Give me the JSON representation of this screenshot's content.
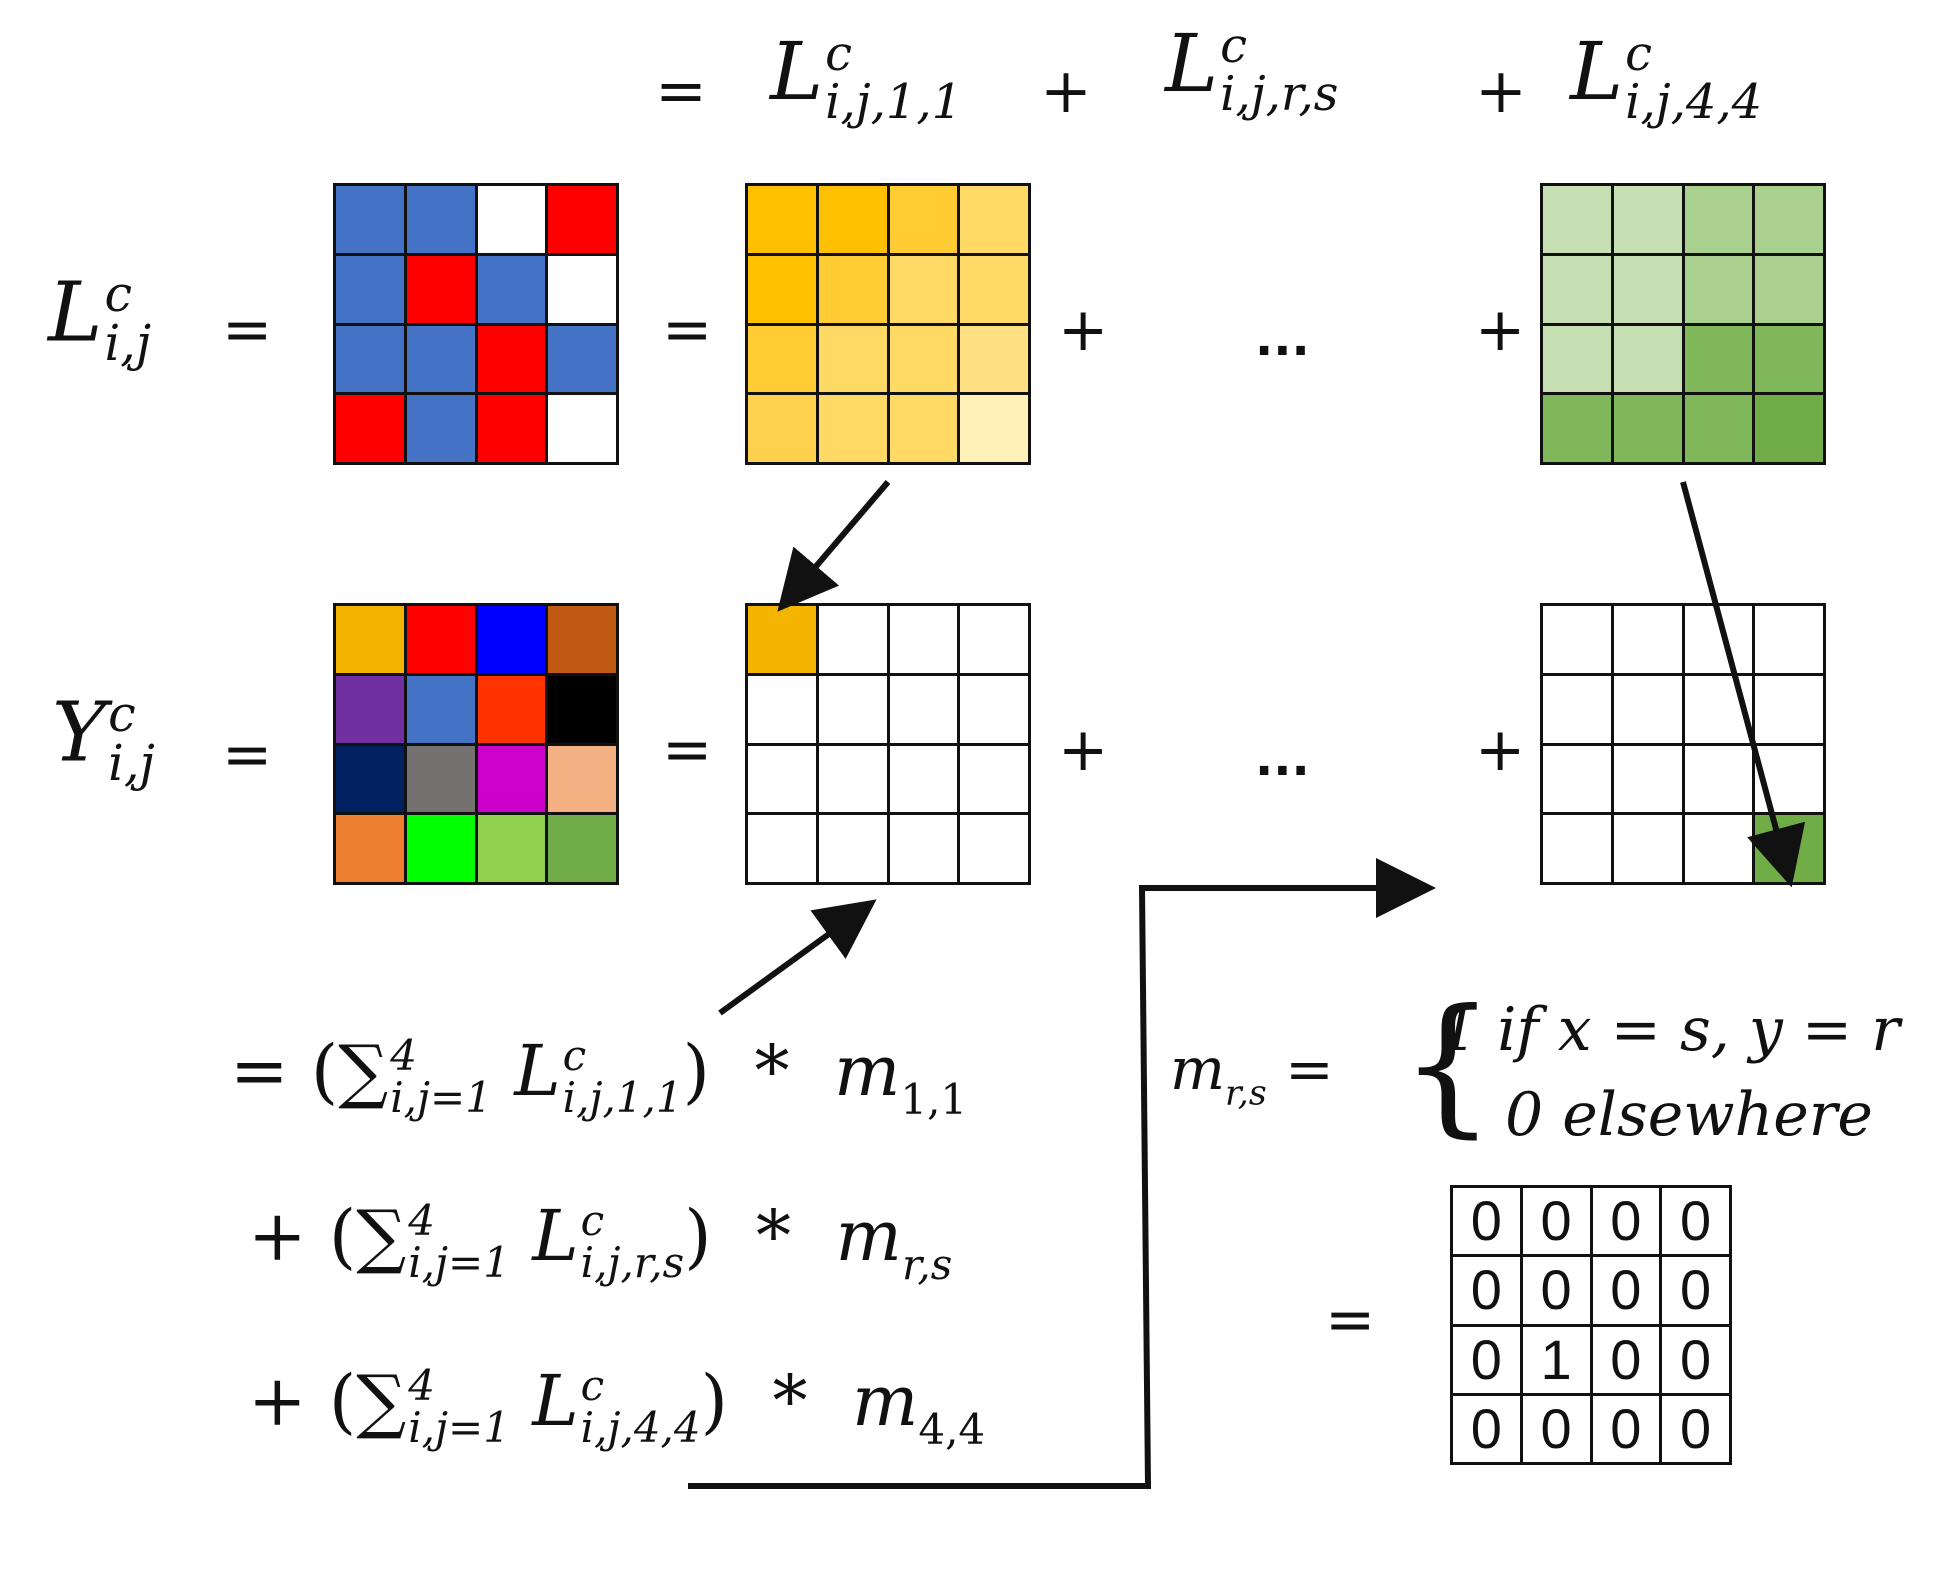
{
  "colors": {
    "L_grid": [
      [
        "#4472C4",
        "#4472C4",
        "#FFFFFF",
        "#FF0000"
      ],
      [
        "#4472C4",
        "#FF0000",
        "#4472C4",
        "#FFFFFF"
      ],
      [
        "#4472C4",
        "#4472C4",
        "#FF0000",
        "#4472C4"
      ],
      [
        "#FF0000",
        "#4472C4",
        "#FF0000",
        "#FFFFFF"
      ]
    ],
    "L11_grid": [
      [
        "#FFC000",
        "#FFC000",
        "#FFCC33",
        "#FFD966"
      ],
      [
        "#FFC000",
        "#FFCC33",
        "#FFD966",
        "#FFD966"
      ],
      [
        "#FFCC33",
        "#FFD966",
        "#FFD966",
        "#FFE082"
      ],
      [
        "#FFD04D",
        "#FFD966",
        "#FFD966",
        "#FFF0B8"
      ]
    ],
    "L44_grid": [
      [
        "#C6E0B4",
        "#C6E0B4",
        "#A9D08E",
        "#A9D08E"
      ],
      [
        "#C6E0B4",
        "#C6E0B4",
        "#A9D08E",
        "#A9D08E"
      ],
      [
        "#C6E0B4",
        "#C6E0B4",
        "#7FB75A",
        "#7FB75A"
      ],
      [
        "#7FB75A",
        "#7FB75A",
        "#7FB75A",
        "#70AD47"
      ]
    ],
    "Y_grid": [
      [
        "#F4B400",
        "#FF0000",
        "#0000FF",
        "#C05A12"
      ],
      [
        "#7030A0",
        "#4472C4",
        "#FF3300",
        "#000000"
      ],
      [
        "#002060",
        "#767171",
        "#CC00CC",
        "#F4B183"
      ],
      [
        "#ED7D31",
        "#00FF00",
        "#92D050",
        "#70AD47"
      ]
    ],
    "Y11_highlight": "#F4B400",
    "Y44_highlight": "#70AD47"
  },
  "labels": {
    "eq": "=",
    "plus": "+",
    "dots": "...",
    "star": "*",
    "L": "L",
    "Y": "Y",
    "c": "c",
    "ij": "i,j",
    "ij11": "i,j,1,1",
    "ijrs": "i,j,r,s",
    "ij44": "i,j,4,4",
    "sum_lower": "i,j=1",
    "sum_upper": "4",
    "m": "m",
    "m11": "1,1",
    "mrs": "r,s",
    "m44": "4,4",
    "case1": "1 if x = s, y = r",
    "case2": "0 elsewhere"
  },
  "mask_matrix": [
    [
      "0",
      "0",
      "0",
      "0"
    ],
    [
      "0",
      "0",
      "0",
      "0"
    ],
    [
      "0",
      "1",
      "0",
      "0"
    ],
    [
      "0",
      "0",
      "0",
      "0"
    ]
  ]
}
